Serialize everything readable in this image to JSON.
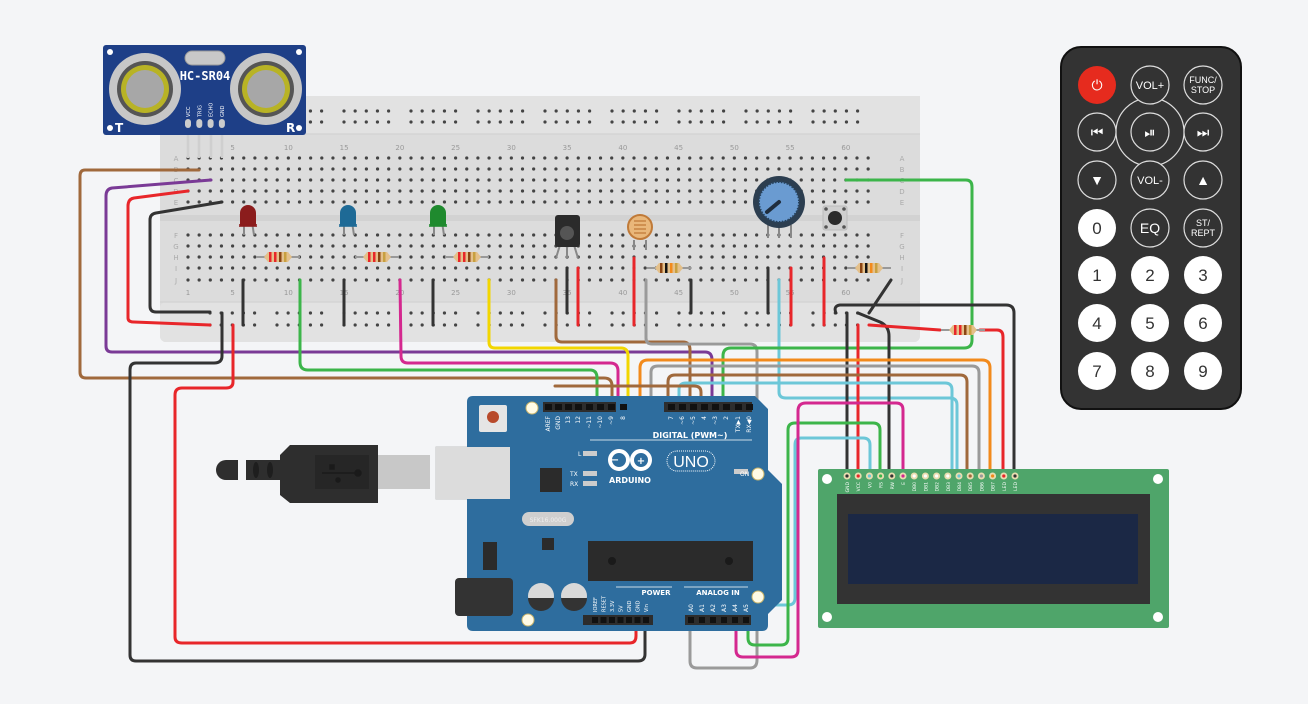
{
  "app": {
    "title": "Circuit schematic canvas"
  },
  "ultrasonic_sensor": {
    "model": "HC-SR04",
    "transmit_label": "T",
    "receive_label": "R",
    "pins": [
      "VCC",
      "TRIG",
      "ECHO",
      "GND"
    ]
  },
  "breadboard": {
    "column_numbers_top": [
      "5",
      "10",
      "15",
      "20",
      "25",
      "30",
      "35",
      "40",
      "45",
      "50",
      "55",
      "60"
    ],
    "column_numbers_bottom": [
      "1",
      "5",
      "10",
      "15",
      "20",
      "25",
      "30",
      "35",
      "40",
      "45",
      "50",
      "55",
      "60"
    ],
    "row_labels_top": [
      "A",
      "B",
      "C",
      "D",
      "E"
    ],
    "row_labels_bottom": [
      "F",
      "G",
      "H",
      "I",
      "J"
    ],
    "leds": [
      {
        "name": "red-led",
        "color": "#8b1c1c"
      },
      {
        "name": "blue-led",
        "color": "#1e6a96"
      },
      {
        "name": "green-led",
        "color": "#1f8a2e"
      }
    ]
  },
  "arduino": {
    "brand": "ARDUINO",
    "model": "UNO",
    "digital_header_label": "DIGITAL (PWM~)",
    "digital_pins": [
      "AREF",
      "GND",
      "13",
      "12",
      "~11",
      "~10",
      "~9",
      "8",
      "7",
      "~6",
      "~5",
      "4",
      "~3",
      "2",
      "TX▶1",
      "RX◀0"
    ],
    "power_header_label": "POWER",
    "power_pins": [
      "IOREF",
      "RESET",
      "3.3V",
      "5V",
      "GND",
      "GND",
      "Vin"
    ],
    "analog_header_label": "ANALOG IN",
    "analog_pins": [
      "A0",
      "A1",
      "A2",
      "A3",
      "A4",
      "A5"
    ],
    "indicator_labels": {
      "l": "L",
      "tx": "TX",
      "rx": "RX",
      "on": "ON"
    },
    "crystal_label": "SFK16.000G"
  },
  "lcd": {
    "pins": [
      "GND",
      "VCC",
      "V0",
      "RS",
      "RW",
      "E",
      "DB0",
      "DB1",
      "DB2",
      "DB3",
      "DB4",
      "DB5",
      "DB6",
      "DB7",
      "LED",
      "LED"
    ],
    "screen_color": "#1b2845",
    "board_color": "#4fa56a"
  },
  "ir_remote": {
    "buttons": [
      {
        "id": "power",
        "label": "⏻"
      },
      {
        "id": "vol-up",
        "label": "VOL+"
      },
      {
        "id": "func-stop",
        "label": "FUNC/ STOP"
      },
      {
        "id": "prev",
        "label": "⏮"
      },
      {
        "id": "play-pause",
        "label": "⏯"
      },
      {
        "id": "next",
        "label": "⏭"
      },
      {
        "id": "down",
        "label": "▼"
      },
      {
        "id": "vol-down",
        "label": "VOL-"
      },
      {
        "id": "up",
        "label": "▲"
      },
      {
        "id": "0",
        "label": "0"
      },
      {
        "id": "eq",
        "label": "EQ"
      },
      {
        "id": "st-rept",
        "label": "ST/ REPT"
      },
      {
        "id": "1",
        "label": "1"
      },
      {
        "id": "2",
        "label": "2"
      },
      {
        "id": "3",
        "label": "3"
      },
      {
        "id": "4",
        "label": "4"
      },
      {
        "id": "5",
        "label": "5"
      },
      {
        "id": "6",
        "label": "6"
      },
      {
        "id": "7",
        "label": "7"
      },
      {
        "id": "8",
        "label": "8"
      },
      {
        "id": "9",
        "label": "9"
      }
    ]
  },
  "wire_colors": {
    "black": "#333333",
    "red": "#e8262a",
    "brown": "#a0693c",
    "purple": "#7a3a96",
    "green": "#3cb54a",
    "magenta": "#d4288f",
    "yellow": "#f2d600",
    "orange": "#f28a1c",
    "gray": "#9a9a9a",
    "cyan": "#6cc7d8"
  }
}
